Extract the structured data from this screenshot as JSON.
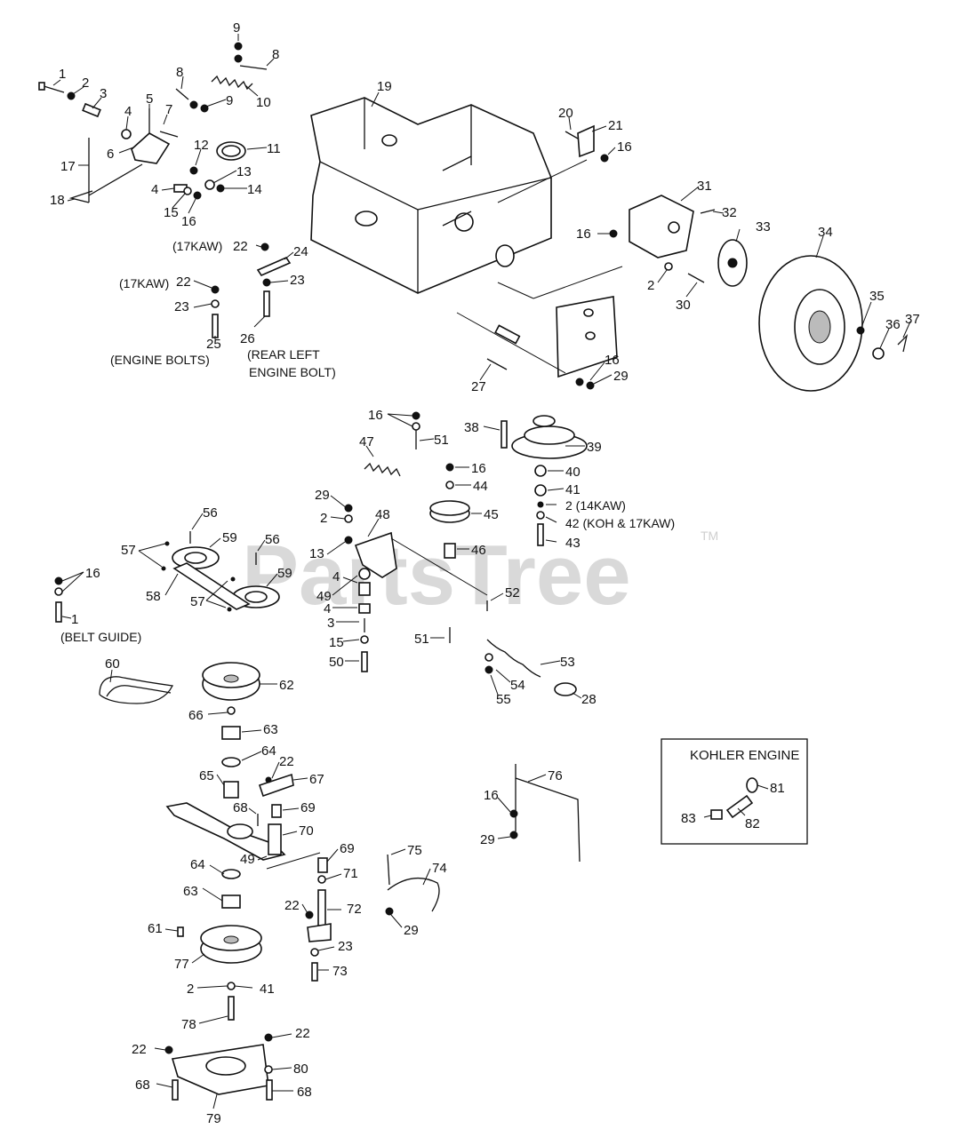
{
  "watermark": {
    "text": "PartsTree",
    "trademark": "TM"
  },
  "notes": {
    "n17kaw_a": "(17KAW)",
    "n17kaw_b": "(17KAW)",
    "engine_bolts": "(ENGINE BOLTS)",
    "rear_left_1": "(REAR LEFT",
    "rear_left_2": "ENGINE BOLT)",
    "belt_guide": "(BELT GUIDE)",
    "n14kaw": "2 (14KAW)",
    "koh17kaw": "42 (KOH & 17KAW)"
  },
  "kohler_box": {
    "title": "KOHLER ENGINE"
  },
  "callouts": {
    "c1": "1",
    "c2": "2",
    "c3": "3",
    "c4a": "4",
    "c5": "5",
    "c6": "6",
    "c7": "7",
    "c8a": "8",
    "c8b": "8",
    "c9a": "9",
    "c9b": "9",
    "c10": "10",
    "c11": "11",
    "c12": "12",
    "c13": "13",
    "c14": "14",
    "c4b": "4",
    "c15": "15",
    "c16a": "16",
    "c17": "17",
    "c18": "18",
    "c22a": "22",
    "c24": "24",
    "c23a": "23",
    "c22b": "22",
    "c23b": "23",
    "c25": "25",
    "c26": "26",
    "c19": "19",
    "c20": "20",
    "c21": "21",
    "c16b": "16",
    "c31": "31",
    "c32": "32",
    "c33": "33",
    "c34": "34",
    "c16c": "16",
    "c2b": "2",
    "c30": "30",
    "c35": "35",
    "c36": "36",
    "c37": "37",
    "c16d": "16",
    "c29a": "29",
    "c27": "27",
    "c16e": "16",
    "c47": "47",
    "c51a": "51",
    "c38": "38",
    "c39": "39",
    "c16f": "16",
    "c44": "44",
    "c40": "40",
    "c41a": "41",
    "c45": "45",
    "c43": "43",
    "c46": "46",
    "c29b": "29",
    "c2c": "2",
    "c48": "48",
    "c13b": "13",
    "c4c": "4",
    "c49a": "49",
    "c4d": "4",
    "c3b": "3",
    "c15b": "15",
    "c50": "50",
    "c51b": "51",
    "c52": "52",
    "c53": "53",
    "c54": "54",
    "c55": "55",
    "c28": "28",
    "c56a": "56",
    "c57a": "57",
    "c59a": "59",
    "c56b": "56",
    "c58": "58",
    "c57b": "57",
    "c59b": "59",
    "c16g": "16",
    "c1b": "1",
    "c60": "60",
    "c62": "62",
    "c66": "66",
    "c63a": "63",
    "c64a": "64",
    "c65": "65",
    "c22c": "22",
    "c67": "67",
    "c68a": "68",
    "c69a": "69",
    "c70": "70",
    "c49b": "49",
    "c64b": "64",
    "c63b": "63",
    "c61": "61",
    "c77": "77",
    "c2d": "2",
    "c41b": "41",
    "c78": "78",
    "c69b": "69",
    "c71": "71",
    "c22d": "22",
    "c72": "72",
    "c23c": "23",
    "c73": "73",
    "c75": "75",
    "c74": "74",
    "c29c": "29",
    "c76": "76",
    "c16h": "16",
    "c29d": "29",
    "c22e": "22",
    "c22f": "22",
    "c80": "80",
    "c68b": "68",
    "c68c": "68",
    "c79": "79",
    "c81": "81",
    "c82": "82",
    "c83": "83"
  }
}
